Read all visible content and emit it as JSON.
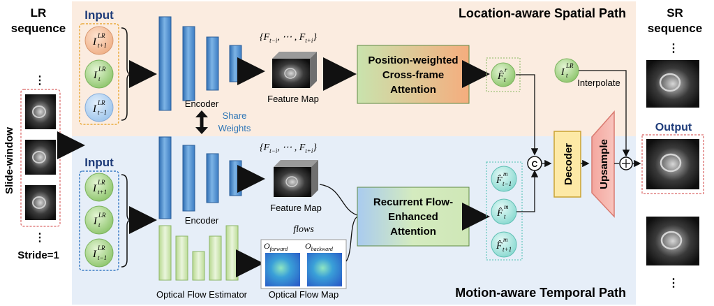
{
  "left": {
    "title_line1": "LR",
    "title_line2": "sequence",
    "slide_window": "Slide-window",
    "dots_top": "⋮",
    "dots_bottom": "⋮",
    "stride": "Stride=1"
  },
  "right": {
    "title_line1": "SR",
    "title_line2": "sequence",
    "output": "Output",
    "dots_top": "⋮",
    "dots_bottom": "⋮"
  },
  "spatial": {
    "path_title": "Location-aware Spatial Path",
    "input_label": "Input",
    "inputs": [
      {
        "base": "I",
        "sup": "LR",
        "sub": "t+1"
      },
      {
        "base": "I",
        "sup": "LR",
        "sub": "t"
      },
      {
        "base": "I",
        "sup": "LR",
        "sub": "t−1"
      }
    ],
    "encoder": "Encoder",
    "feature_set": "{F",
    "feature_set_a": "t−i",
    "feature_set_mid": ", ⋯ , F",
    "feature_set_b": "t+i",
    "feature_set_end": "}",
    "feature_map": "Feature Map",
    "attention_line1": "Position-weighted",
    "attention_line2": "Cross-frame",
    "attention_line3": "Attention",
    "output_base": "F̂",
    "output_sup": "r",
    "output_sub": "t",
    "lr_base": "I",
    "lr_sup": "LR",
    "lr_sub": "t",
    "interpolate": "Interpolate"
  },
  "share": {
    "line1": "Share",
    "line2": "Weights"
  },
  "temporal": {
    "path_title": "Motion-aware Temporal Path",
    "input_label": "Input",
    "inputs": [
      {
        "base": "I",
        "sup": "LR",
        "sub": "t+1"
      },
      {
        "base": "I",
        "sup": "LR",
        "sub": "t"
      },
      {
        "base": "I",
        "sup": "LR",
        "sub": "t−1"
      }
    ],
    "encoder": "Encoder",
    "feature_set": "{F",
    "feature_set_a": "t−i",
    "feature_set_mid": ", ⋯ , F",
    "feature_set_b": "t+i",
    "feature_set_end": "}",
    "feature_map": "Feature Map",
    "flow_estimator": "Optical Flow Estimator",
    "flows": "flows",
    "o_forward": "O",
    "o_forward_sub": "forward",
    "o_backward": "O",
    "o_backward_sub": "backward",
    "flow_map": "Optical Flow Map",
    "attention_line1": "Recurrent Flow-",
    "attention_line2": "Enhanced",
    "attention_line3": "Attention",
    "outputs": [
      {
        "base": "F̂",
        "sup": "m",
        "sub": "t−1"
      },
      {
        "base": "F̂",
        "sup": "m",
        "sub": "t"
      },
      {
        "base": "F̂",
        "sup": "m",
        "sub": "t+1"
      }
    ]
  },
  "fusion": {
    "concat": "C",
    "decoder": "Decoder",
    "upsample": "Upsample",
    "add": "+"
  },
  "colors": {
    "spatial_bg": "#fbece0",
    "temporal_bg": "#e6eef8",
    "encoder_blue": "#4a8fd0",
    "estimator_green": "#c9e3a8",
    "attention_green": "#d7eac3",
    "attention_orange": "#f2b58a",
    "decoder_yellow": "#fde9a6",
    "upsample_pink": "#f6b4ae",
    "title_navy": "#1f3c7a",
    "accent_blue": "#2e75b6"
  }
}
